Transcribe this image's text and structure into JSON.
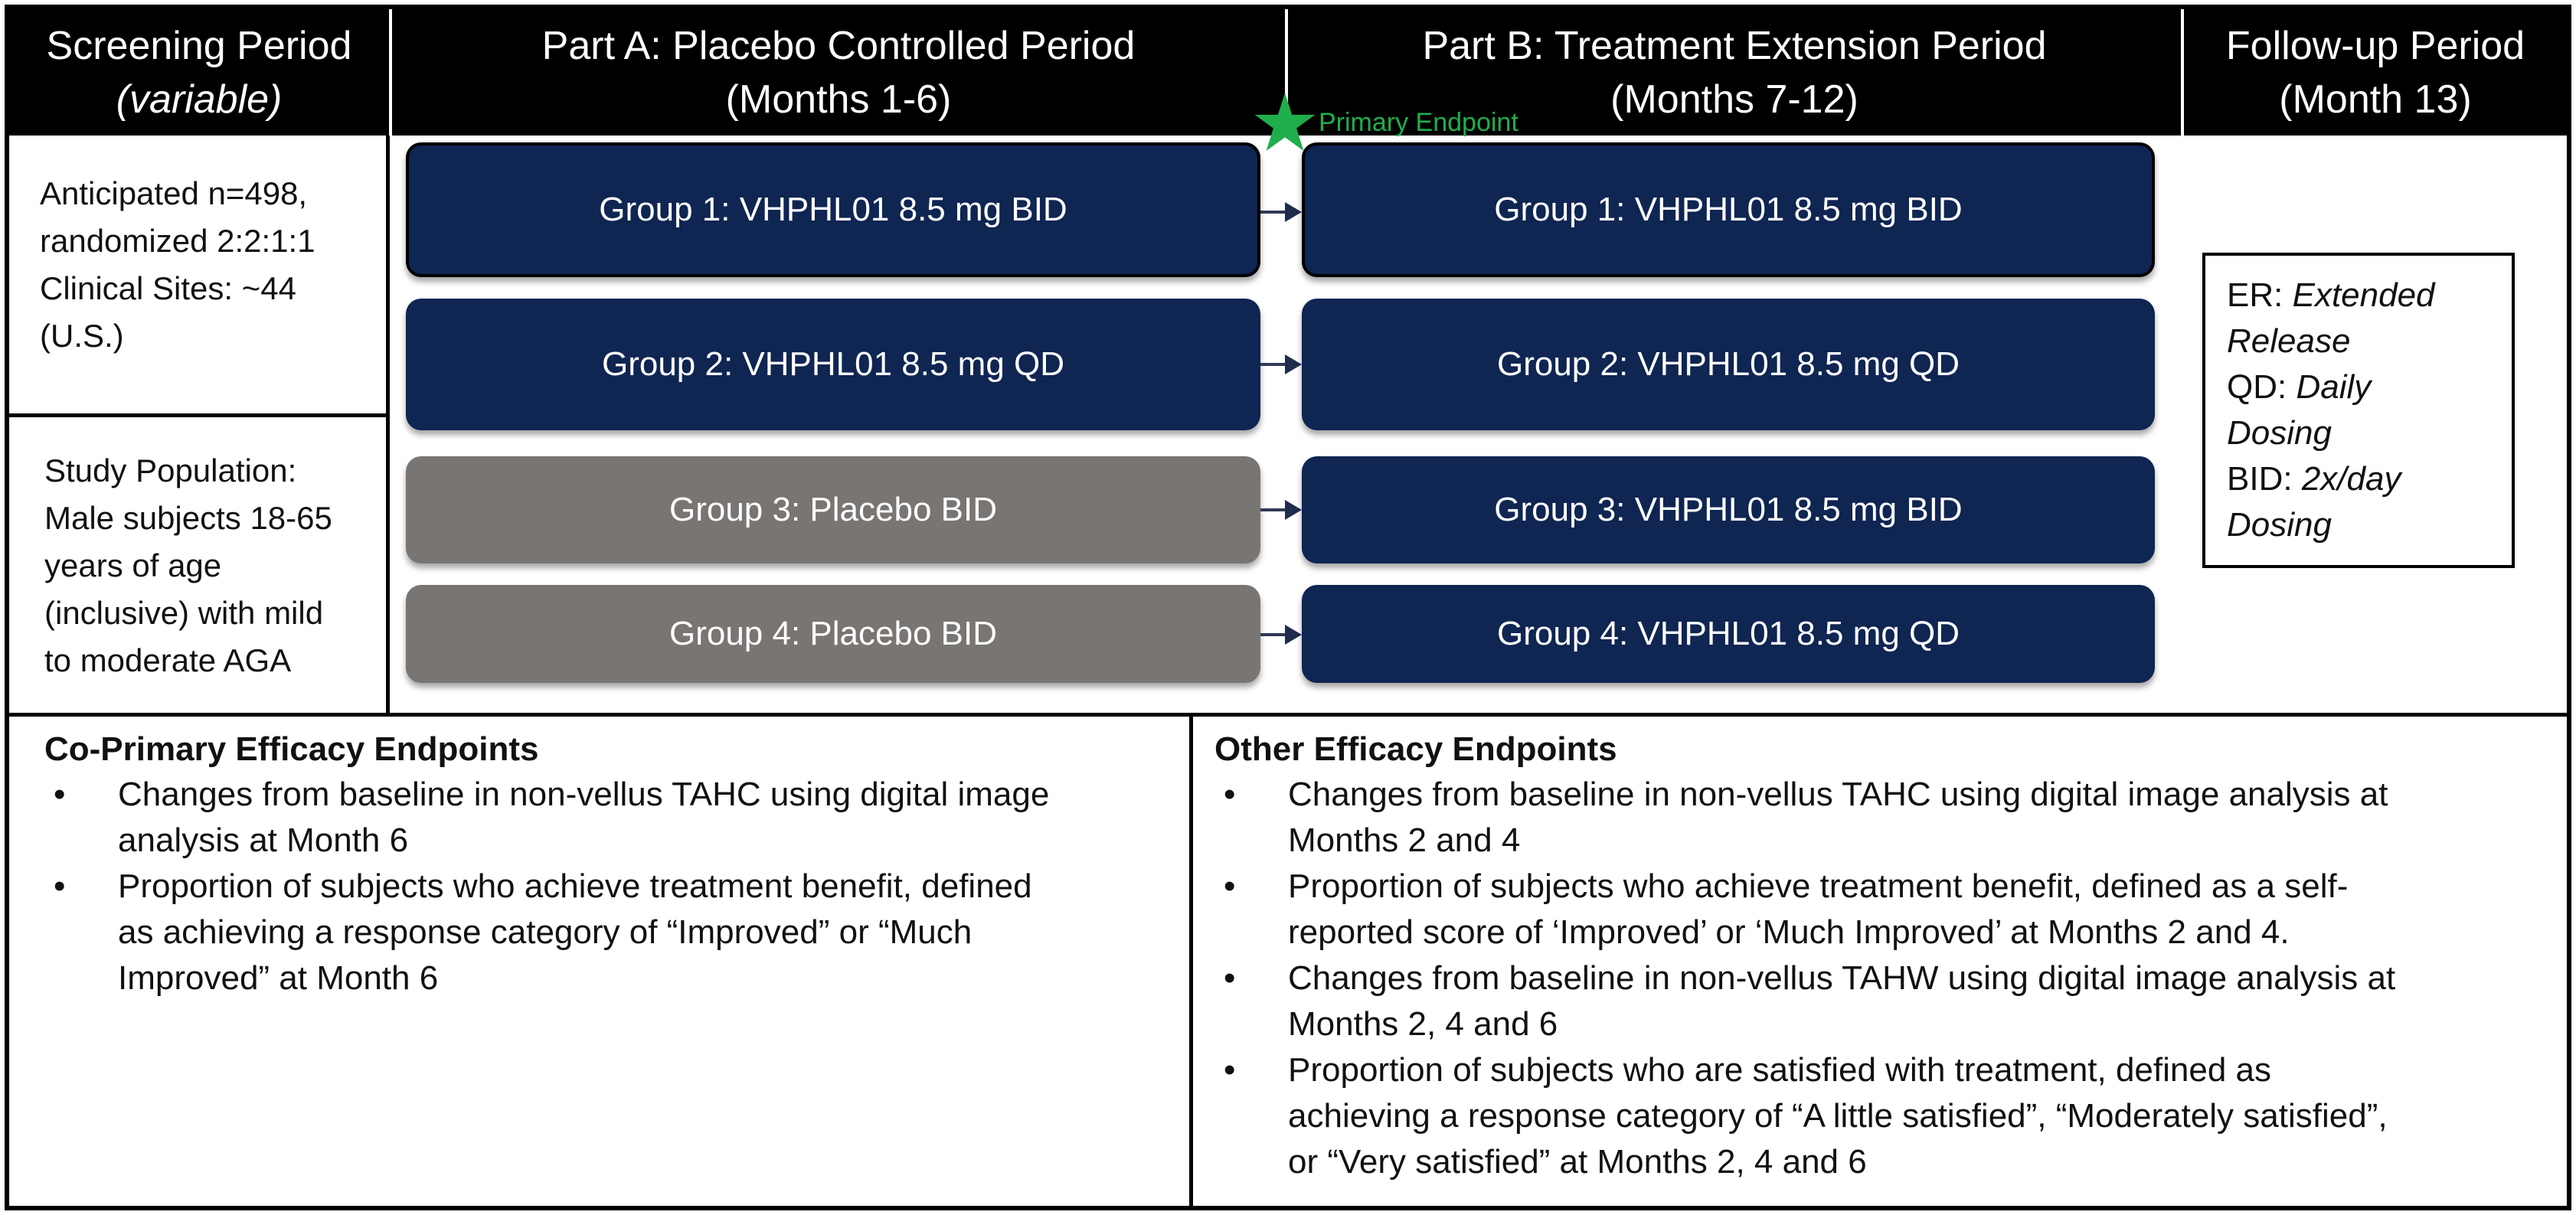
{
  "header": {
    "screening": {
      "line1": "Screening Period",
      "line2": "(variable)"
    },
    "partA": {
      "line1": "Part A: Placebo Controlled Period",
      "line2": "(Months 1-6)"
    },
    "partB": {
      "line1": "Part B: Treatment Extension Period",
      "line2": "(Months 7-12)"
    },
    "followup": {
      "line1": "Follow-up Period",
      "line2": "(Month 13)"
    }
  },
  "primary_endpoint_label": "Primary Endpoint",
  "left": {
    "anticipated": "Anticipated n=498,",
    "randomized": "randomized 2:2:1:1",
    "sites_label": "Clinical Sites: ~44",
    "sites_region": "(U.S.)",
    "population": [
      "Study Population:",
      "Male subjects 18-65",
      "years of age",
      "(inclusive) with mild",
      "to moderate AGA"
    ]
  },
  "partA_groups": [
    "Group 1: VHPHL01 8.5 mg BID",
    "Group 2: VHPHL01 8.5 mg QD",
    "Group 3: Placebo BID",
    "Group 4: Placebo BID"
  ],
  "partB_groups": [
    "Group 1: VHPHL01 8.5 mg BID",
    "Group 2: VHPHL01 8.5 mg QD",
    "Group 3: VHPHL01 8.5 mg BID",
    "Group 4: VHPHL01 8.5 mg QD"
  ],
  "legend": [
    {
      "key": "ER:",
      "value_1": "Extended",
      "value_2": "Release"
    },
    {
      "key": "QD:",
      "value_1": "Daily",
      "value_2": "Dosing"
    },
    {
      "key": "BID:",
      "value_1": "2x/day",
      "value_2": "Dosing"
    }
  ],
  "endpoints": {
    "coprimary": {
      "title": "Co-Primary Efficacy Endpoints",
      "items": [
        [
          "Changes from baseline in non-vellus TAHC using digital image",
          "analysis at Month 6"
        ],
        [
          "Proportion of subjects who achieve treatment benefit, defined",
          "as achieving a response category of “Improved” or “Much",
          "Improved” at Month 6"
        ]
      ]
    },
    "other": {
      "title": "Other Efficacy Endpoints",
      "items": [
        [
          "Changes from baseline in non-vellus TAHC using digital image analysis at",
          "Months 2 and 4"
        ],
        [
          "Proportion of subjects who achieve treatment benefit, defined as a self-",
          "reported score of ‘Improved’ or ‘Much Improved’ at Months 2 and 4."
        ],
        [
          "Changes from baseline in non-vellus TAHW using digital image analysis at",
          "Months 2, 4 and 6"
        ],
        [
          "Proportion of subjects who are satisfied with treatment, defined as",
          "achieving a response category of “A little satisfied”, “Moderately satisfied”,",
          "or “Very satisfied” at Months 2, 4 and 6"
        ]
      ]
    }
  },
  "colors": {
    "navy": "#0f2552",
    "gray": "#787573",
    "star_green": "#1fae4b"
  }
}
